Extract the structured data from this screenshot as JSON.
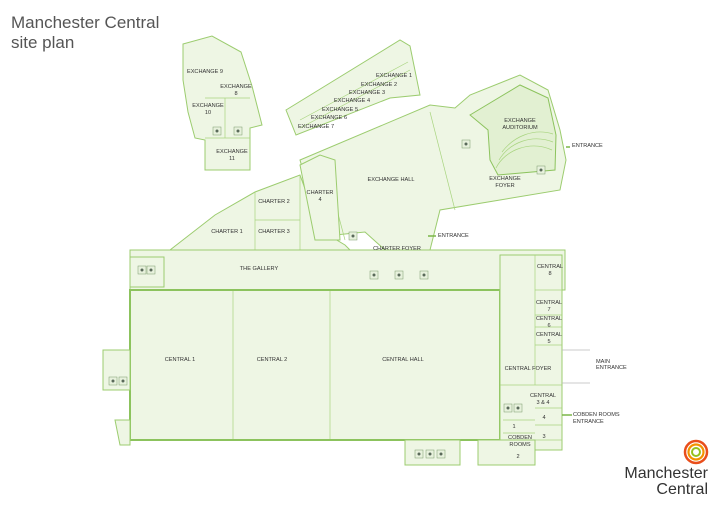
{
  "title": {
    "line1": "Manchester Central",
    "line2": "site plan"
  },
  "logo": {
    "line1": "Manchester",
    "line2": "Central",
    "ring_colors": [
      "#e94e1b",
      "#f39200",
      "#95c11f"
    ]
  },
  "colors": {
    "floor": "#eef6e4",
    "wall": "#8cc35d",
    "accent": "#7ab648"
  },
  "rooms": {
    "exchange_9": "EXCHANGE 9",
    "exchange_8a": "EXCHANGE",
    "exchange_8b": "8",
    "exchange_10a": "EXCHANGE",
    "exchange_10b": "10",
    "exchange_11a": "EXCHANGE",
    "exchange_11b": "11",
    "exchange_1": "EXCHANGE 1",
    "exchange_2": "EXCHANGE 2",
    "exchange_3": "EXCHANGE 3",
    "exchange_4": "EXCHANGE 4",
    "exchange_5": "EXCHANGE 5",
    "exchange_6": "EXCHANGE 6",
    "exchange_7": "EXCHANGE 7",
    "exchange_auditorium_a": "EXCHANGE",
    "exchange_auditorium_b": "AUDITORIUM",
    "exchange_hall": "EXCHANGE HALL",
    "exchange_foyer_a": "EXCHANGE",
    "exchange_foyer_b": "FOYER",
    "charter_1": "CHARTER 1",
    "charter_2": "CHARTER 2",
    "charter_3": "CHARTER 3",
    "charter_4a": "CHARTER",
    "charter_4b": "4",
    "charter_foyer": "CHARTER FOYER",
    "the_gallery": "THE GALLERY",
    "central_1": "CENTRAL 1",
    "central_2": "CENTRAL 2",
    "central_hall": "CENTRAL HALL",
    "central_foyer": "CENTRAL FOYER",
    "central_8a": "CENTRAL",
    "central_8b": "8",
    "central_7a": "CENTRAL",
    "central_7b": "7",
    "central_6a": "CENTRAL",
    "central_6b": "6",
    "central_5a": "CENTRAL",
    "central_5b": "5",
    "central_34a": "CENTRAL",
    "central_34b": "3 & 4",
    "cobden_a": "COBDEN",
    "cobden_b": "ROOMS",
    "cobden_1": "1",
    "cobden_2": "2",
    "cobden_3": "3",
    "cobden_4": "4"
  },
  "entrances": {
    "east_a": "ENTRANCE",
    "charter": "ENTRANCE",
    "main_a": "MAIN",
    "main_b": "ENTRANCE",
    "cobden_a": "COBDEN ROOMS",
    "cobden_b": "ENTRANCE"
  }
}
